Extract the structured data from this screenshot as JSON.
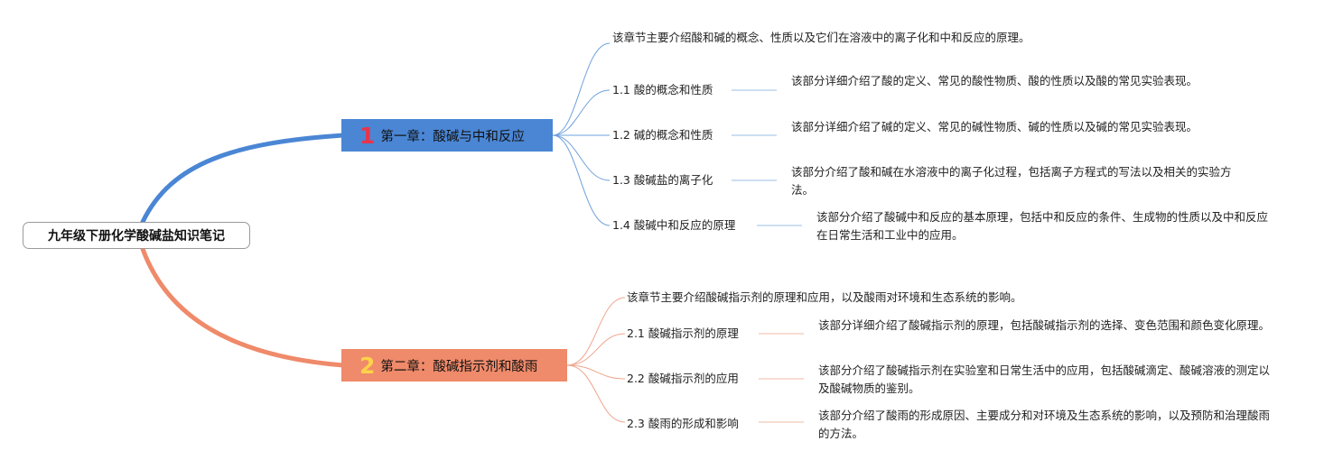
{
  "root": {
    "title": "九年级下册化学酸碱盐知识笔记"
  },
  "colors": {
    "chapter1": "#4a86d4",
    "chapter2": "#ef8a6a",
    "num1": "#e8344b",
    "num2": "#ffd24a",
    "branch1": "#4a86d4",
    "branch2": "#ef8a6a"
  },
  "chapters": [
    {
      "number": "1",
      "title": "第一章：酸碱与中和反应",
      "summary": "该章节主要介绍酸和碱的概念、性质以及它们在溶液中的离子化和中和反应的原理。",
      "sections": [
        {
          "label": "1.1 酸的概念和性质",
          "desc": "该部分详细介绍了酸的定义、常见的酸性物质、酸的性质以及酸的常见实验表现。"
        },
        {
          "label": "1.2 碱的概念和性质",
          "desc": "该部分详细介绍了碱的定义、常见的碱性物质、碱的性质以及碱的常见实验表现。"
        },
        {
          "label": "1.3 酸碱盐的离子化",
          "desc": "该部分介绍了酸和碱在水溶液中的离子化过程，包括离子方程式的写法以及相关的实验方法。"
        },
        {
          "label": "1.4 酸碱中和反应的原理",
          "desc": "该部分介绍了酸碱中和反应的基本原理，包括中和反应的条件、生成物的性质以及中和反应在日常生活和工业中的应用。"
        }
      ]
    },
    {
      "number": "2",
      "title": "第二章：酸碱指示剂和酸雨",
      "summary": "该章节主要介绍酸碱指示剂的原理和应用，以及酸雨对环境和生态系统的影响。",
      "sections": [
        {
          "label": "2.1 酸碱指示剂的原理",
          "desc": "该部分详细介绍了酸碱指示剂的原理，包括酸碱指示剂的选择、变色范围和颜色变化原理。"
        },
        {
          "label": "2.2 酸碱指示剂的应用",
          "desc": "该部分介绍了酸碱指示剂在实验室和日常生活中的应用，包括酸碱滴定、酸碱溶液的测定以及酸碱物质的鉴别。"
        },
        {
          "label": "2.3 酸雨的形成和影响",
          "desc": "该部分介绍了酸雨的形成原因、主要成分和对环境及生态系统的影响，以及预防和治理酸雨的方法。"
        }
      ]
    }
  ]
}
